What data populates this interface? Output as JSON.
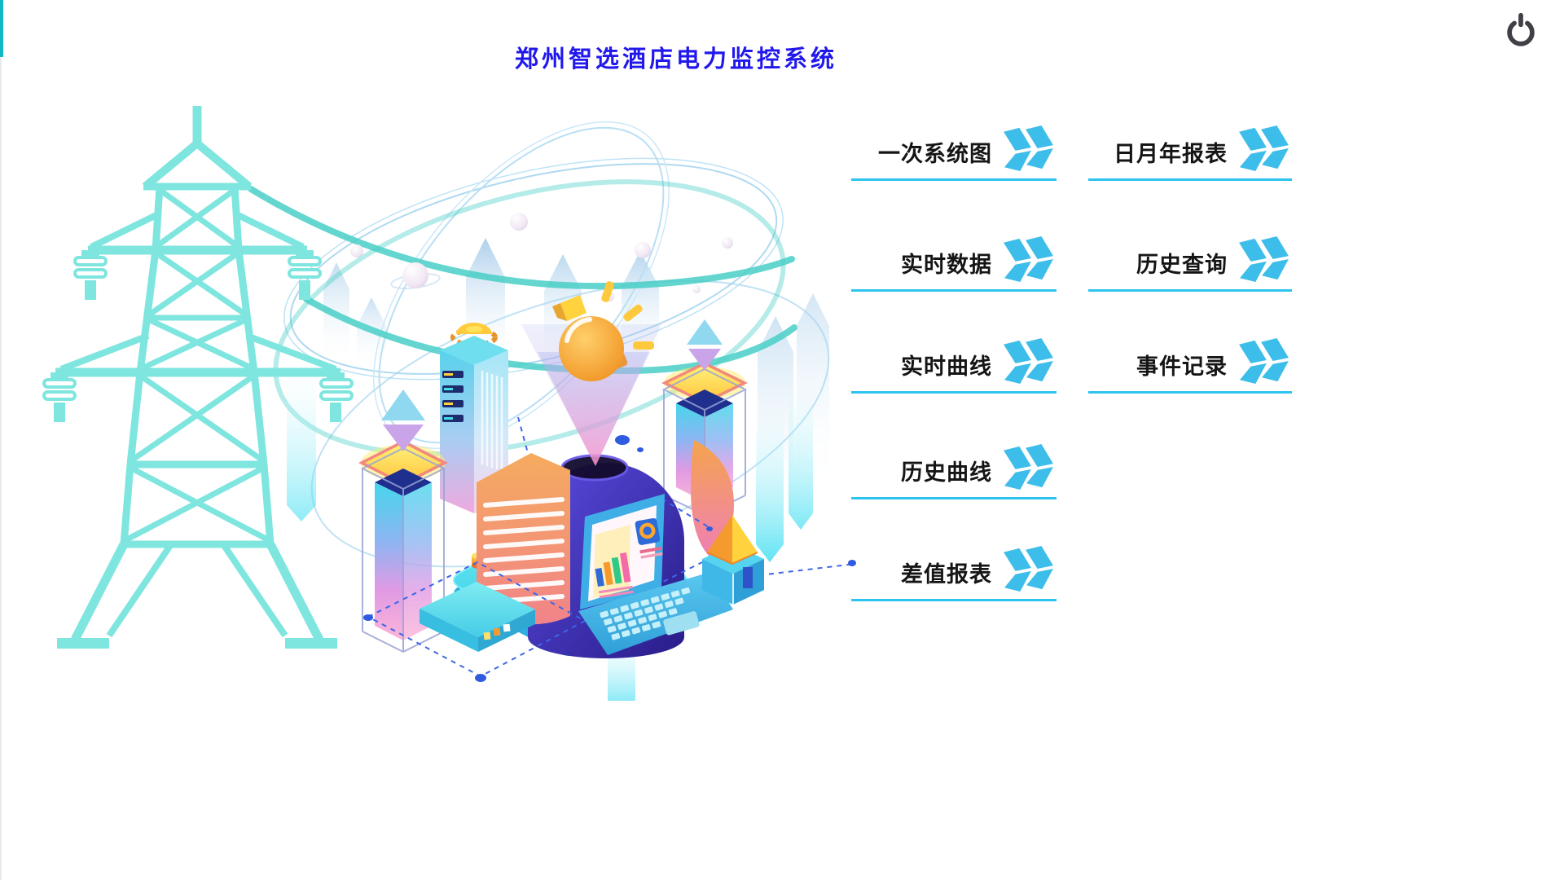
{
  "app": {
    "title": "郑州智选酒店电力监控系统"
  },
  "menu": {
    "items": [
      {
        "label": "一次系统图"
      },
      {
        "label": "日月年报表"
      },
      {
        "label": "实时数据"
      },
      {
        "label": "历史查询"
      },
      {
        "label": "实时曲线"
      },
      {
        "label": "事件记录"
      },
      {
        "label": "历史曲线"
      },
      {
        "label": "差值报表"
      }
    ]
  },
  "icons": {
    "menu_arrow": "double-chevron-icon",
    "power": "power-icon"
  },
  "colors": {
    "title_blue": "#2118EC",
    "menu_text": "#151515",
    "underline_blue": "#2EC4F0",
    "chevron_blue": "#3DBDE9",
    "edge_teal": "#12B7C6",
    "tower_teal": "#7FE5DF",
    "orbit_teal": "#45CDC6",
    "dashed_blue": "#3E66E8",
    "power_icon_gray": "#3F4146"
  }
}
